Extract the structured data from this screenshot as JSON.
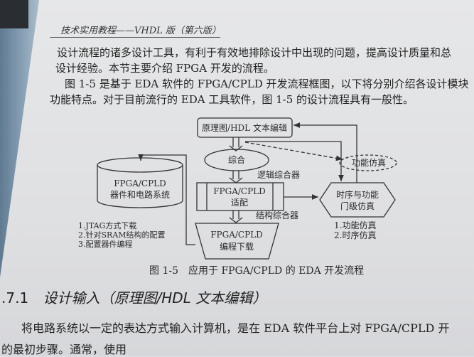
{
  "header": {
    "running_title": "技术实用教程——VHDL 版（第六版）"
  },
  "paragraphs": [
    "设计流程的诸多设计工具，有利于有效地排除设计中出现的问题，提高设计质量和总",
    "设计经验。本节主要介绍 FPGA 开发的流程。",
    "　图 1-5 是基于 EDA 软件的 FPGA/CPLD 开发流程框图，以下将分别介绍各设计模块",
    "功能特点。对于目前流行的 EDA 工具软件，图 1-5 的设计流程具有一般性。"
  ],
  "diagram": {
    "edit_box": "原理图/HDL 文本编辑",
    "synthesis": "综合",
    "logic_synth": "逻辑综合器",
    "fit_line1": "FPGA/CPLD",
    "fit_line2": "适配",
    "struct_synth": "结构综合器",
    "prog_line1": "FPGA/CPLD",
    "prog_line2": "编程下载",
    "device_line1": "FPGA/CPLD",
    "device_line2": "器件和电路系统",
    "download_list": [
      "1.JTAG方式下载",
      "2.针对SRAM结构的配置",
      "3.配置器件编程"
    ],
    "func_sim": "功能仿真",
    "timing_line1": "时序与功能",
    "timing_line2": "门级仿真",
    "sim_list": [
      "1.功能仿真",
      "2.时序仿真"
    ]
  },
  "caption": "图 1-5　应用于 FPGA/CPLD 的 EDA 开发流程",
  "section": {
    "number": ".7.1",
    "title": "设计输入（原理图/HDL 文本编辑）"
  },
  "section_body": [
    "将电路系统以一定的表达方式输入计算机，是在 EDA 软件平台上对 FPGA/CPLD 开",
    "的最初步骤。通常，使用"
  ]
}
